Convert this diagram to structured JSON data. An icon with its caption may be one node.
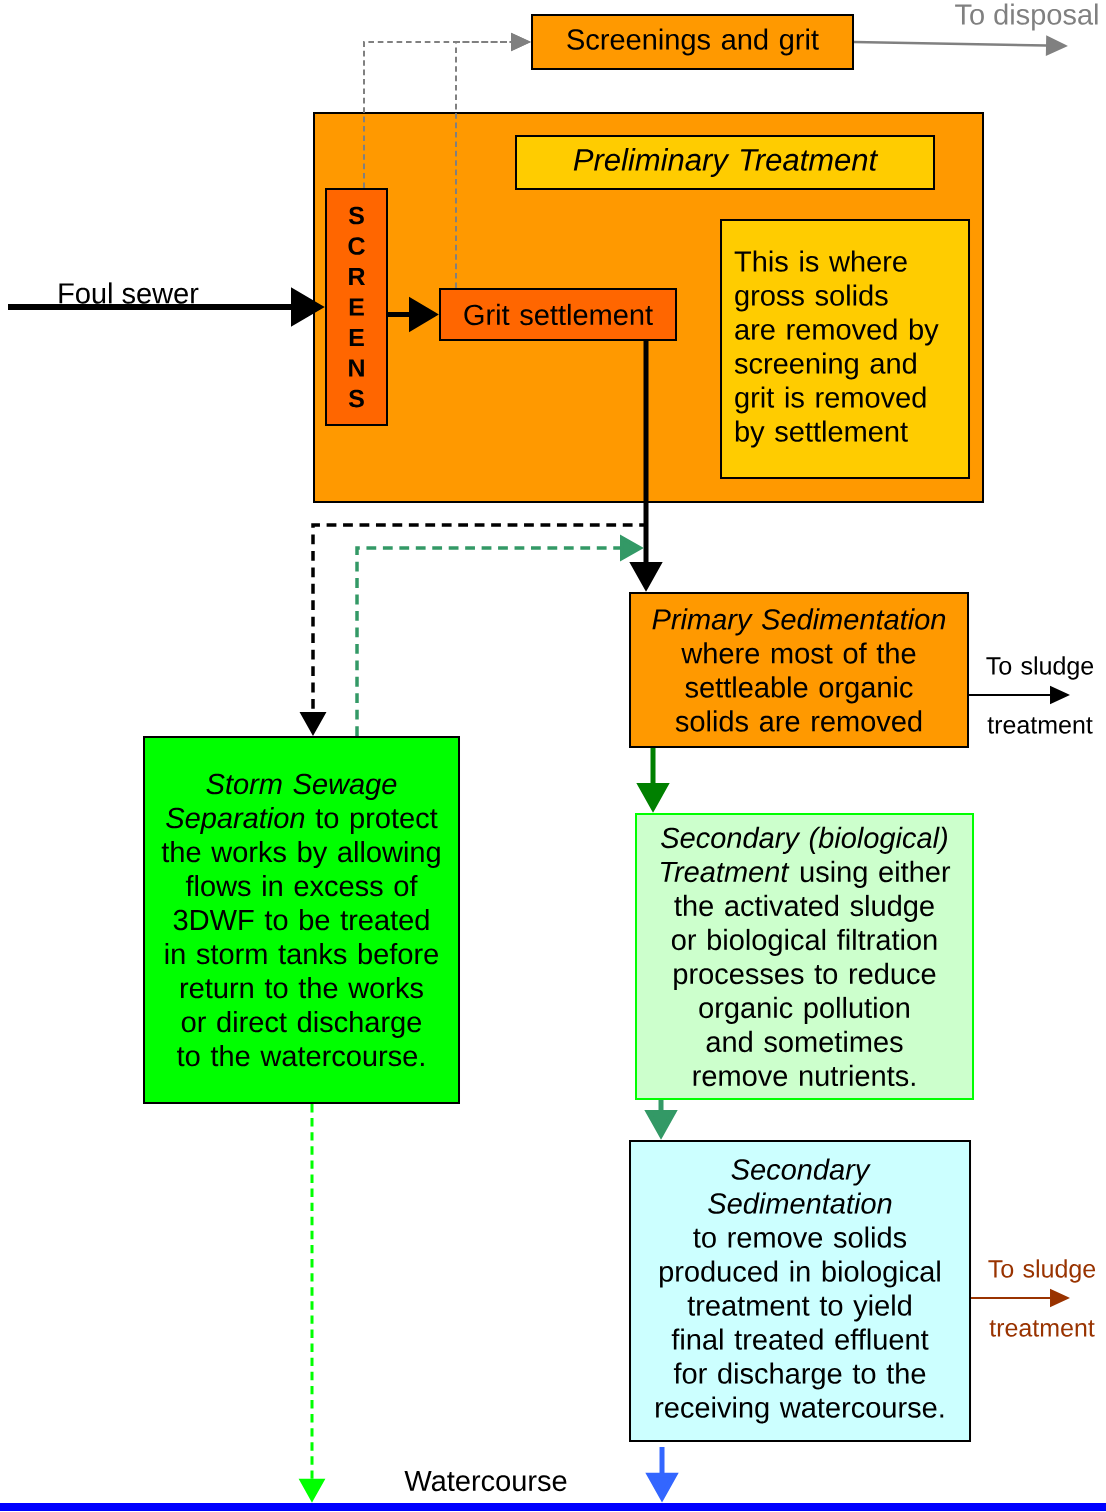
{
  "diagram": {
    "nodes": [
      {
        "text": [],
        "shape": "box"
      },
      {
        "text": [
          "Preliminary Treatment"
        ],
        "in": 0
      },
      {
        "text": [
          "SCREENS"
        ],
        "in": 0
      },
      {
        "text": [
          "Grit settlement"
        ],
        "in": 0
      },
      {
        "text": [
          "This is where gross solids are removed by screening and grit is removed by settlement"
        ],
        "in": 0
      },
      {
        "text": [
          "Screenings and grit"
        ]
      },
      {
        "text": [
          "*Primary Sedimentation* where most of the settleable organic solids are removed"
        ]
      },
      {
        "text": [
          "*Storm Sewage Separation* to protect the works by allowing flows in excess of 3DWF to be treated in storm tanks before return to the works or direct discharge to the watercourse."
        ]
      },
      {
        "text": [
          "*Secondary (biological) Treatment* using either the activated sludge or biological filtration processes to reduce organic pollution and sometimes remove nutrients."
        ]
      },
      {
        "text": [
          "*Secondary Sedimentation* to remove solids produced in biological treatment to yield final treated effluent for discharge to the receiving watercourse."
        ]
      },
      {
        "text": [
          "Watercourse"
        ]
      }
    ],
    "edges": [
      {
        "from": null,
        "to": 2,
        "arrow": "to",
        "label": "Foul sewer"
      },
      {
        "from": 2,
        "to": 3,
        "arrow": "to"
      },
      {
        "from": 2,
        "to": 5,
        "arrow": "to",
        "style": "dashed",
        "color": "#808080"
      },
      {
        "from": 3,
        "to": 5,
        "arrow": "to",
        "style": "dashed",
        "color": "#808080"
      },
      {
        "from": 5,
        "to": null,
        "arrow": "to",
        "label": "To disposal",
        "color": "#808080"
      },
      {
        "from": 3,
        "to": 6,
        "arrow": "to"
      },
      {
        "from": 3,
        "to": 7,
        "arrow": "to",
        "style": "dashed"
      },
      {
        "from": 7,
        "to": 6,
        "arrow": "to",
        "style": "dashed",
        "color": "#339966"
      },
      {
        "from": 6,
        "to": null,
        "arrow": "to",
        "label": "To sludge treatment"
      },
      {
        "from": 6,
        "to": 8,
        "arrow": "to",
        "color": "#008000"
      },
      {
        "from": 8,
        "to": 9,
        "arrow": "to",
        "color": "#339966"
      },
      {
        "from": 9,
        "to": null,
        "arrow": "to",
        "label": "To sludge treatment",
        "color": "#993300"
      },
      {
        "from": 9,
        "to": 10,
        "arrow": "to",
        "color": "#3366ff"
      },
      {
        "from": 7,
        "to": 10,
        "arrow": "to",
        "style": "dashed",
        "color": "#00ff00"
      }
    ]
  }
}
